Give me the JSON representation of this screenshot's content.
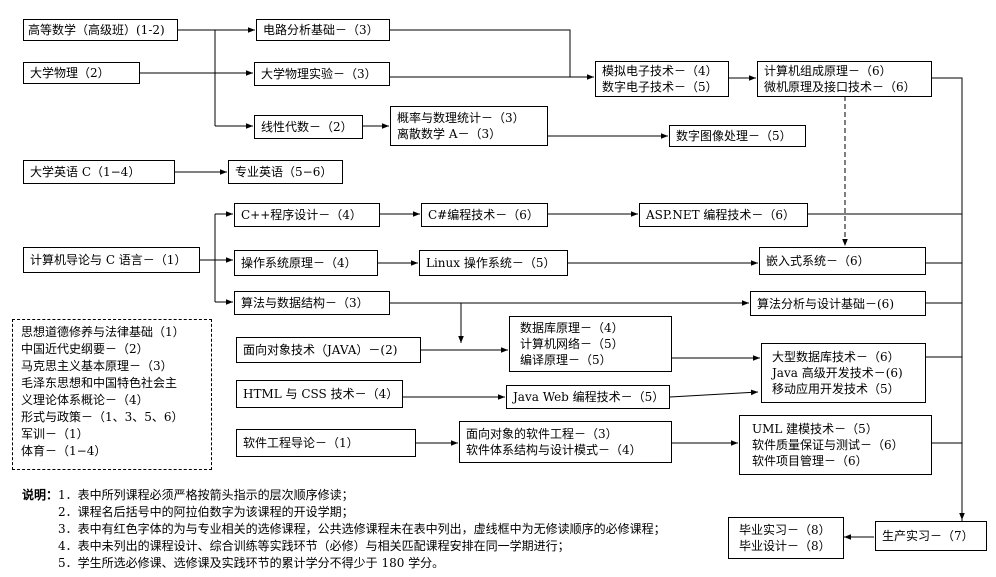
{
  "nodes": {
    "gaodeng_shuxue": "高等数学（高级班）(1-2)",
    "daxue_wuli": "大学物理（2）",
    "dianlu": "电路分析基础－（3）",
    "wuli_shiyan": "大学物理实验－（3）",
    "xianxing": "线性代数－（2）",
    "gailv": [
      "概率与数理统计－（3）",
      "离散数学 A－（3）"
    ],
    "moni_shuzi": [
      "模拟电子技术－（4）",
      "数字电子技术－（5）"
    ],
    "zucheng": [
      "计算机组成原理－（6）",
      "微机原理及接口技术－（6）"
    ],
    "tuxiang": "数字图像处理－（5）",
    "yingyu": "大学英语 C（1−4）",
    "zhuanye_yingyu": "专业英语（5−6）",
    "daolun": "计算机导论与 C 语言－（1）",
    "cpp": "C++程序设计－（4）",
    "csharp": "C#编程技术－（6）",
    "aspnet": "ASP.NET 编程技术－（6）",
    "os": "操作系统原理－（4）",
    "linux": "Linux 操作系统－（5）",
    "qianru": "嵌入式系统－（6）",
    "suanfa": "算法与数据结构－（3）",
    "suanfa_fenxi": "算法分析与设计基础－(6)",
    "java": "面向对象技术（JAVA）－(2)",
    "shujuku": [
      "数据库原理－（4）",
      "计算机网络－（5）",
      "编译原理－（5）"
    ],
    "dashuju": [
      "大型数据库技术－（6）",
      "Java 高级开发技术－(6)",
      "移动应用开发技术（5）"
    ],
    "html_css": "HTML 与 CSS 技术－（4）",
    "javaweb": "Java Web 编程技术－（5）",
    "ruanjian_daolun": "软件工程导论－（1）",
    "mianxiang_ruanjian": [
      "面向对象的软件工程－（3）",
      "软件体系结构与设计模式－（4）"
    ],
    "uml": [
      "UML 建模技术－（5）",
      "软件质量保证与测试－（6）",
      "软件项目管理－（6）"
    ],
    "shengchan": "生产实习－（7）",
    "biye": [
      "毕业实习－（8）",
      "毕业设计－（8）"
    ]
  },
  "required_group": [
    "思想道德修养与法律基础（1）",
    "中国近代史纲要－（2）",
    "马克思主义基本原理－（3）",
    "毛泽东思想和中国特色社会主",
    "义理论体系概论－（4）",
    "形式与政策－（1、3、5、6）",
    "军训－（1）",
    "体育－（1−4）"
  ],
  "notes": {
    "lead": "说明：",
    "items": [
      "1．表中所列课程必须严格按箭头指示的层次顺序修读；",
      "2．课程名后括号中的阿拉伯数字为该课程的开设学期；",
      "3．表中有红色字体的为与专业相关的选修课程，公共选修课程未在表中列出，虚线框中为无修读顺序的必修课程；",
      "4．表中未列出的课程设计、综合训练等实践环节（必修）与相关匹配课程安排在同一学期进行；",
      "5．学生所选必修课、选修课及实践环节的累计学分不得少于 180 学分。"
    ]
  }
}
